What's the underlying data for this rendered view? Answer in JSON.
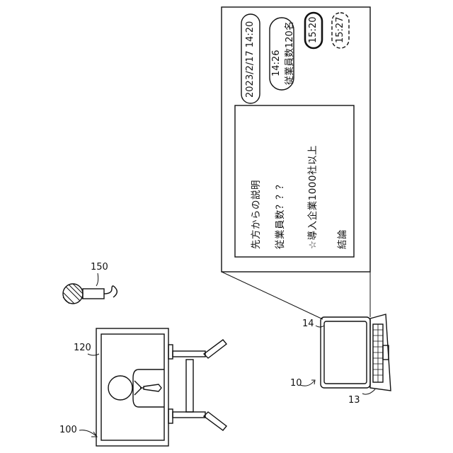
{
  "refs": {
    "system": "100",
    "display": "120",
    "microphone": "150",
    "laptop": "10",
    "laptop_screen": "14",
    "laptop_keyboard": "13"
  },
  "slide": {
    "lines": [
      "先方からの説明",
      "従業員数？？？",
      "☆導入企業1000社以上",
      "結論"
    ]
  },
  "tags": {
    "datetime": "2023/2/17 14:20",
    "note_time": "14:26",
    "note_text": "従業員数120名",
    "time_bold": "15:20",
    "time_dashed": "15:27"
  }
}
